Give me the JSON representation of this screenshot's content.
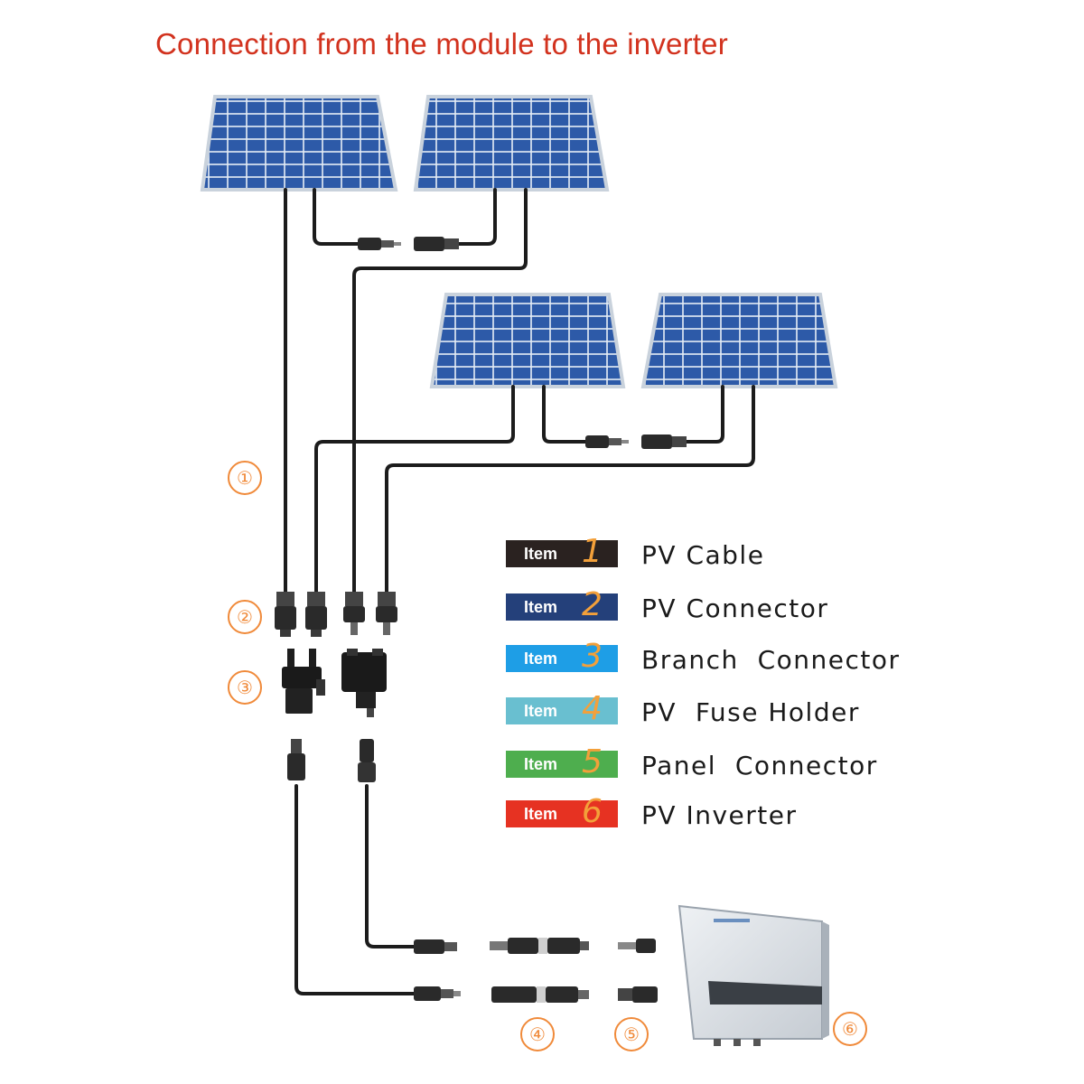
{
  "title": "Connection from the module to the inverter",
  "markers": {
    "m1": "①",
    "m2": "②",
    "m3": "③",
    "m4": "④",
    "m5": "⑤",
    "m6": "⑥"
  },
  "legend": [
    {
      "word": "Item",
      "num": "1",
      "label": "PV Cable",
      "color": "#2a2220"
    },
    {
      "word": "Item",
      "num": "2",
      "label": "PV Connector",
      "color": "#24407a"
    },
    {
      "word": "Item",
      "num": "3",
      "label": "Branch  Connector",
      "color": "#1e9ee6"
    },
    {
      "word": "Item",
      "num": "4",
      "label": "PV  Fuse Holder",
      "color": "#69bfd0"
    },
    {
      "word": "Item",
      "num": "5",
      "label": "Panel  Connector",
      "color": "#4eae4e"
    },
    {
      "word": "Item",
      "num": "6",
      "label": "PV Inverter",
      "color": "#e63222"
    }
  ],
  "colors": {
    "panel_blue": "#2d5aa8",
    "panel_frame": "#c9d2dc",
    "cable": "#1c1c1c",
    "accent_orange": "#f08a3a",
    "title_red": "#d2321e",
    "inverter_body": "#d7dde3"
  },
  "icons": [
    "solar-panel-icon",
    "mc4-connector-icon",
    "branch-connector-icon",
    "fuse-holder-icon",
    "inverter-icon"
  ]
}
